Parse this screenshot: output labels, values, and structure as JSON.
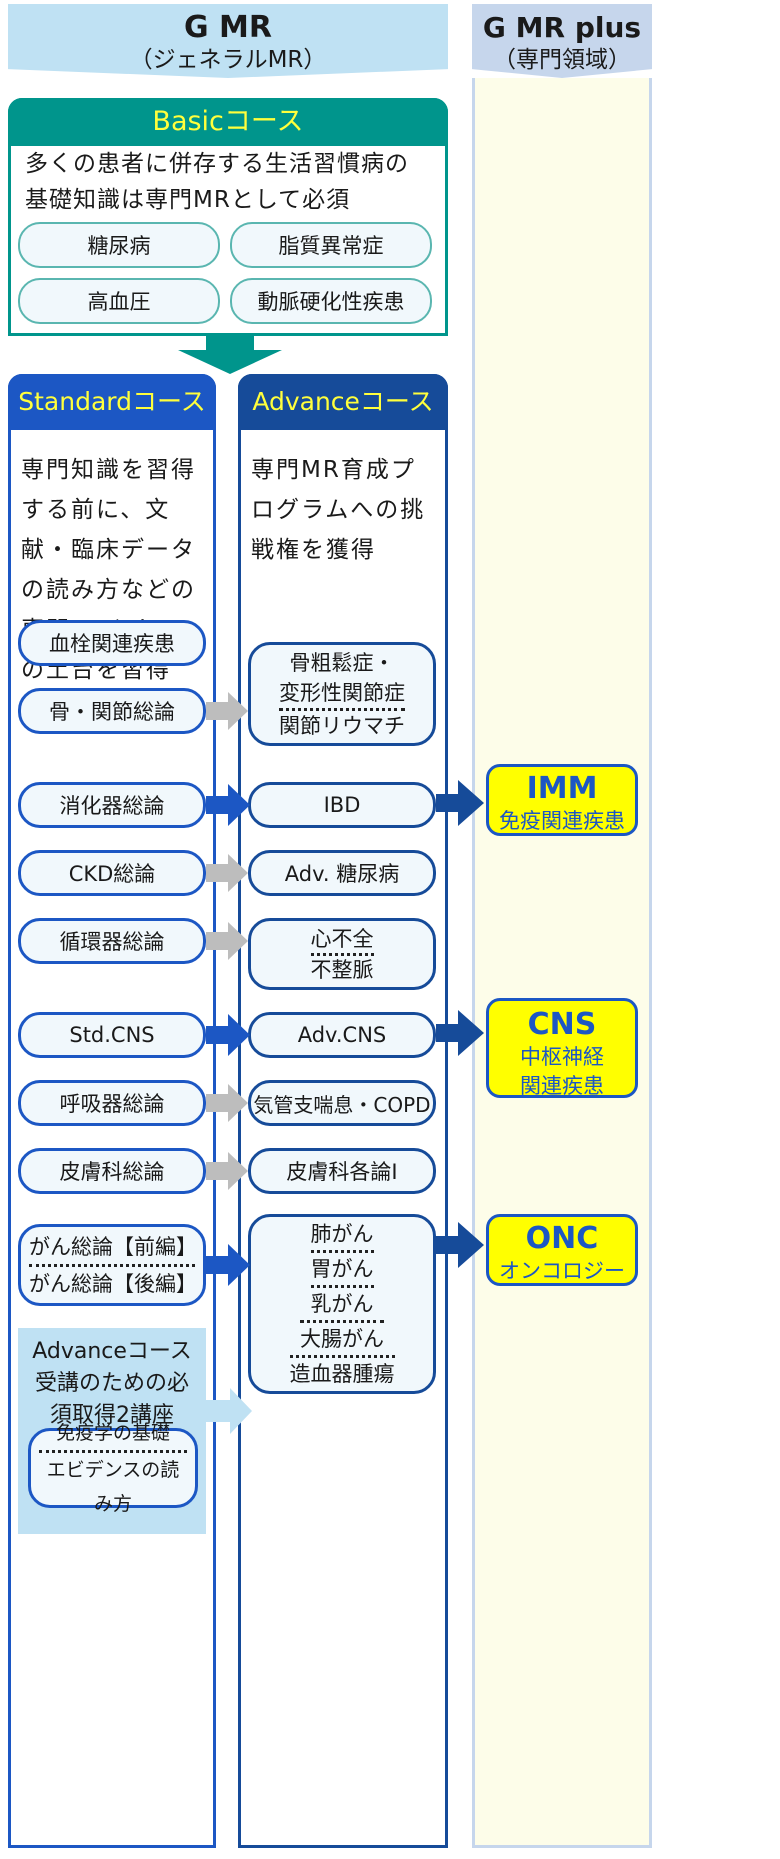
{
  "headers": {
    "gmr_title": "G MR",
    "gmr_sub": "（ジェネラルMR）",
    "plus_title": "G MR plus",
    "plus_sub": "（専門領域）"
  },
  "basic": {
    "title": "Basicコース",
    "desc": "多くの患者に併存する生活習慣病の基礎知識は専門MRとして必須",
    "items": [
      "糖尿病",
      "脂質異常症",
      "高血圧",
      "動脈硬化性疾患"
    ]
  },
  "standard": {
    "title": "Standardコース",
    "desc": "専門知識を習得する前に、文献・臨床データの読み方などの専門MRとしての土台を習得",
    "items": {
      "thrombosis": "血栓関連疾患",
      "bone": "骨・関節総論",
      "digestive": "消化器総論",
      "ckd": "CKD総論",
      "circulatory": "循環器総論",
      "cns": "Std.CNS",
      "respiratory": "呼吸器総論",
      "dermatology": "皮膚科総論",
      "cancer": [
        "がん総論【前編】",
        "がん総論【後編】"
      ]
    },
    "required": {
      "title": "Advanceコース受講のための必須取得2講座",
      "items": [
        "免疫学の基礎",
        "エビデンスの読み方"
      ]
    }
  },
  "advance": {
    "title": "Advanceコース",
    "desc": "専門MR育成プログラムへの挑戦権を獲得",
    "items": {
      "bone": [
        "骨粗鬆症・",
        "変形性関節症",
        "関節リウマチ"
      ],
      "ibd": "IBD",
      "diabetes": "Adv. 糖尿病",
      "heart": [
        "心不全",
        "不整脈"
      ],
      "cns": "Adv.CNS",
      "respiratory": "気管支喘息・COPD",
      "dermatology": "皮膚科各論Ⅰ",
      "cancer": [
        "肺がん",
        "胃がん",
        "乳がん",
        "大腸がん",
        "造血器腫瘍"
      ]
    }
  },
  "plus": {
    "imm": {
      "title": "IMM",
      "sub": "免疫関連疾患"
    },
    "cns": {
      "title": "CNS",
      "sub": "中枢神経\n関連疾患"
    },
    "onc": {
      "title": "ONC",
      "sub": "オンコロジー"
    }
  },
  "colors": {
    "basic": "#00958c",
    "standard": "#1c57c4",
    "advance": "#164b99",
    "plus_box": "#ffff00",
    "gray_arrow": "#bdbdbd",
    "light_arrow": "#bfe1f3"
  }
}
